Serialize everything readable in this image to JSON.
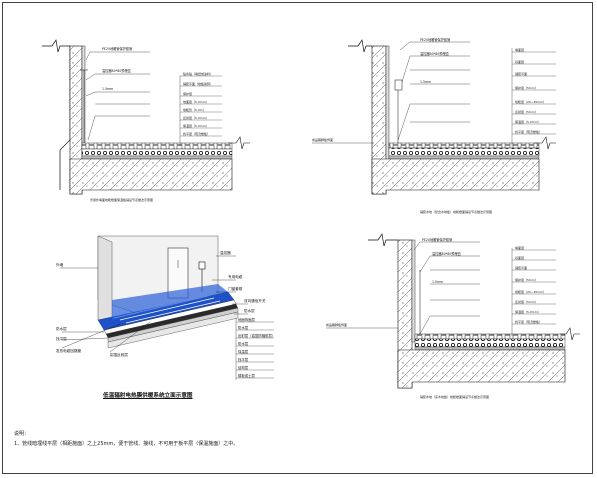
{
  "detail_a": {
    "labels": [
      "PE20地暖管保护套管",
      "温控器80*80预埋盒",
      "1.5mm"
    ],
    "right_labels": [
      "贴条贴（墙纸或涂料）",
      "铺装平面（地板瓷砖）",
      "保护层",
      "地面层（5.0mm）",
      "地暖管（5.0m）",
      "反射层（5.0mm）",
      "保温层（5.0mm）",
      "找平层（现浇楼板）"
    ],
    "caption": "普通外墙面地暖楼面保温板铺设节点做法示意图"
  },
  "detail_b": {
    "labels": [
      "PE20地暖管保护套管",
      "温控器80*80预埋盒",
      "1.5mm"
    ],
    "right_labels": [
      "墙面层",
      "基面层",
      "铺装平面",
      "保护层（5mm）",
      "地暖层（20~30mm）",
      "反射层（5mm）",
      "保温层（5.0mm）",
      "找平层（现浇楼板）"
    ],
    "left_label": "成品踢脚板饰面",
    "caption": "铺装木地（复合木地板）地暖楼面铺设节点做法示意图"
  },
  "detail_c": {
    "labels": [
      "PE20地暖管保护套管",
      "温控器80*80预埋盒",
      "1.5mm"
    ],
    "right_labels": [
      "墙面层",
      "基面层",
      "铺装平面",
      "保护层（5mm）",
      "地暖层（20~30mm）",
      "反射层（5mm）",
      "保温层（5.0mm）",
      "找平层（现浇楼板）"
    ],
    "left_label": "成品踢脚板饰面",
    "caption": "铺装木地（实木地板）地暖楼面铺设节点做法示意图"
  },
  "isometric": {
    "title": "低温辐射电热膜供暖系统立面示意图",
    "left_labels": [
      "外墙",
      "防水层",
      "发热电缆回路管",
      "找平层"
    ],
    "right_labels": [
      "温控器",
      "专用电缆",
      "门窗套框",
      "双向通信开关",
      "防水层"
    ],
    "bottom_label": "铝箔反射层",
    "legend_items": [
      "地面饰面层",
      "防水层",
      "反射层（铝箔防辐射层）",
      "防水层",
      "保温层",
      "找平层",
      "结构层",
      "楼板或土层"
    ]
  },
  "notes": {
    "title": "说明：",
    "line1": "1、管线暗埋线平层（相距施面）之上25mm，便于管线、接线，不可用于板平层（保温施面）之中。"
  }
}
